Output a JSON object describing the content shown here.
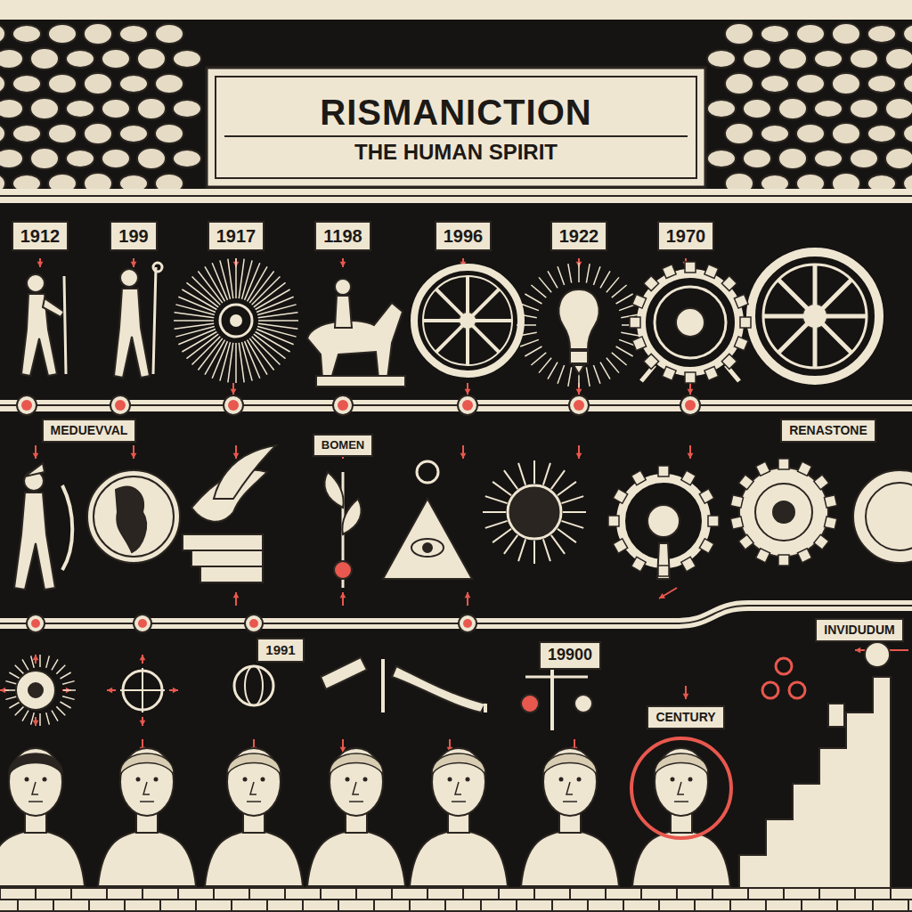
{
  "diagram": {
    "title": "RISMANICTION",
    "nodes": [
      {
        "text": [
          "1912"
        ]
      },
      {
        "text": [
          "199"
        ]
      },
      {
        "text": [
          "1917"
        ]
      },
      {
        "text": [
          "1198"
        ]
      },
      {
        "text": [
          "1996"
        ]
      },
      {
        "text": [
          "1922"
        ]
      },
      {
        "text": [
          "1970"
        ]
      },
      {
        "text": [
          "MEDUEVVAL"
        ]
      },
      {
        "text": [
          "RENASTONE"
        ]
      },
      {
        "text": [
          "BOMEN"
        ]
      },
      {
        "text": [
          "1991"
        ]
      },
      {
        "text": [
          "19900"
        ]
      },
      {
        "text": [
          "INVIDUDUM"
        ]
      },
      {
        "text": [
          "CENTURY"
        ]
      }
    ],
    "labels": [
      "THE HUMAN SPIRIT"
    ]
  }
}
